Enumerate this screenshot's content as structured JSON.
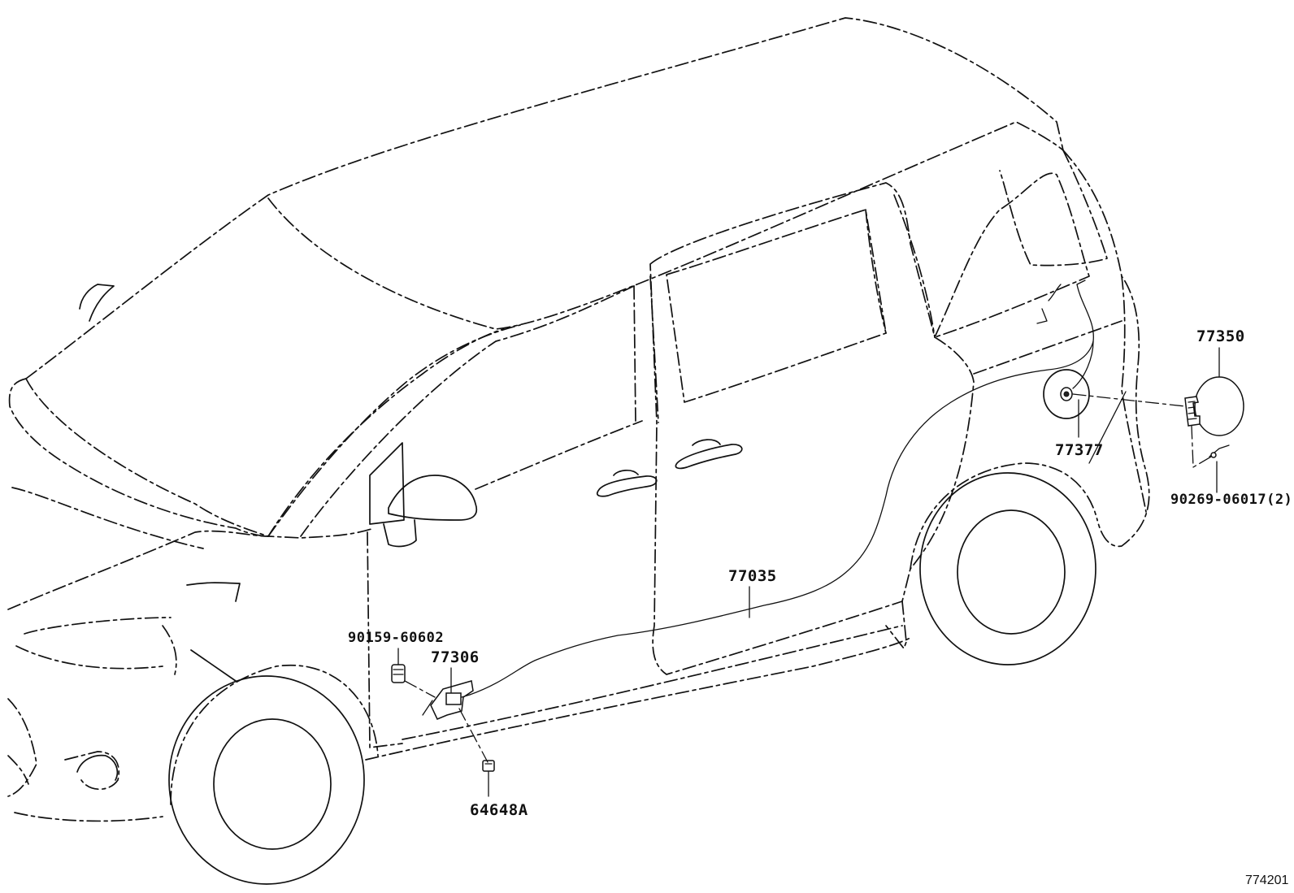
{
  "diagram": {
    "figure_number": "774201",
    "parts": [
      {
        "id": "p77350",
        "number": "77350"
      },
      {
        "id": "p77377",
        "number": "77377"
      },
      {
        "id": "p90269",
        "number": "90269-06017(2)"
      },
      {
        "id": "p77035",
        "number": "77035"
      },
      {
        "id": "p90159",
        "number": "90159-60602"
      },
      {
        "id": "p77306",
        "number": "77306"
      },
      {
        "id": "p64648",
        "number": "64648A"
      }
    ]
  }
}
